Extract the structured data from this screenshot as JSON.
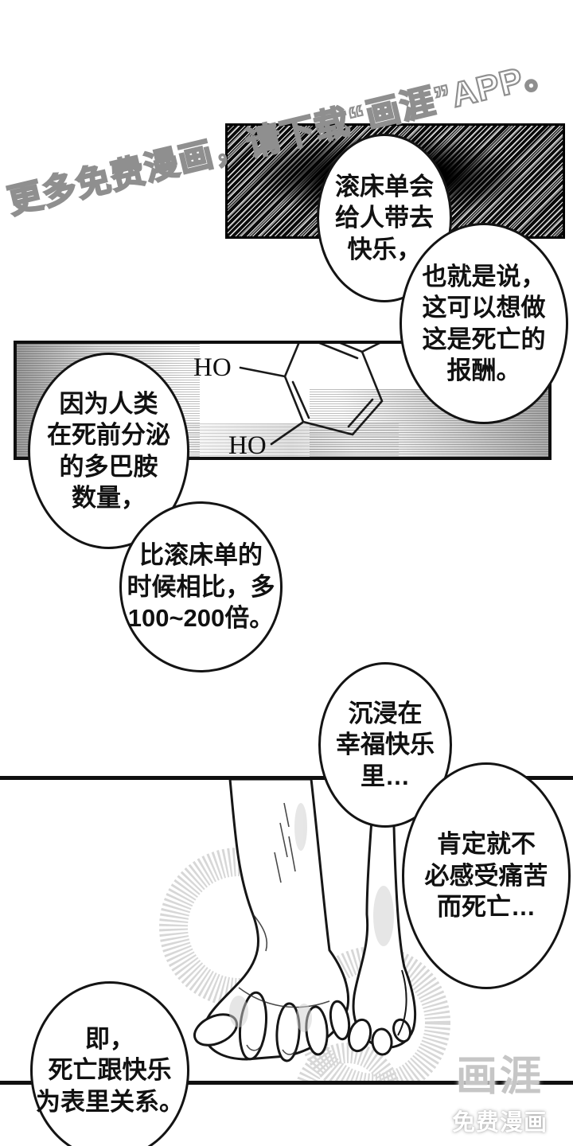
{
  "watermark": {
    "text": "更多免费漫画，请下载“画涯”APP。"
  },
  "speech_bubbles": [
    {
      "name": "bubble-pleasure",
      "lines": [
        "滚床单会",
        "给人带去",
        "快乐，"
      ]
    },
    {
      "name": "bubble-reward",
      "lines": [
        "也就是说，",
        "这可以想做",
        "这是死亡的",
        "报酬。"
      ]
    },
    {
      "name": "bubble-dopamine",
      "lines": [
        "因为人类",
        "在死前分泌",
        "的多巴胺",
        "数量，"
      ]
    },
    {
      "name": "bubble-comparison",
      "lines": [
        "比滚床单的",
        "时候相比，多",
        "100~200倍。"
      ]
    },
    {
      "name": "bubble-immersed",
      "lines": [
        "沉浸在",
        "幸福快乐",
        "里…"
      ]
    },
    {
      "name": "bubble-no-pain",
      "lines": [
        "肯定就不",
        "必感受痛苦",
        "而死亡…"
      ]
    },
    {
      "name": "bubble-conclusion",
      "lines": [
        "即，",
        "死亡跟快乐",
        "为表里关系。"
      ]
    }
  ],
  "chemistry": {
    "label_top": "HO",
    "label_bottom": "HO"
  },
  "logo": {
    "title": "画涯",
    "subtitle": "免费漫画"
  },
  "colors": {
    "ink": "#111111",
    "watermark_gray": "#8f8f8f",
    "logo_gray": "#c6c6c6"
  }
}
